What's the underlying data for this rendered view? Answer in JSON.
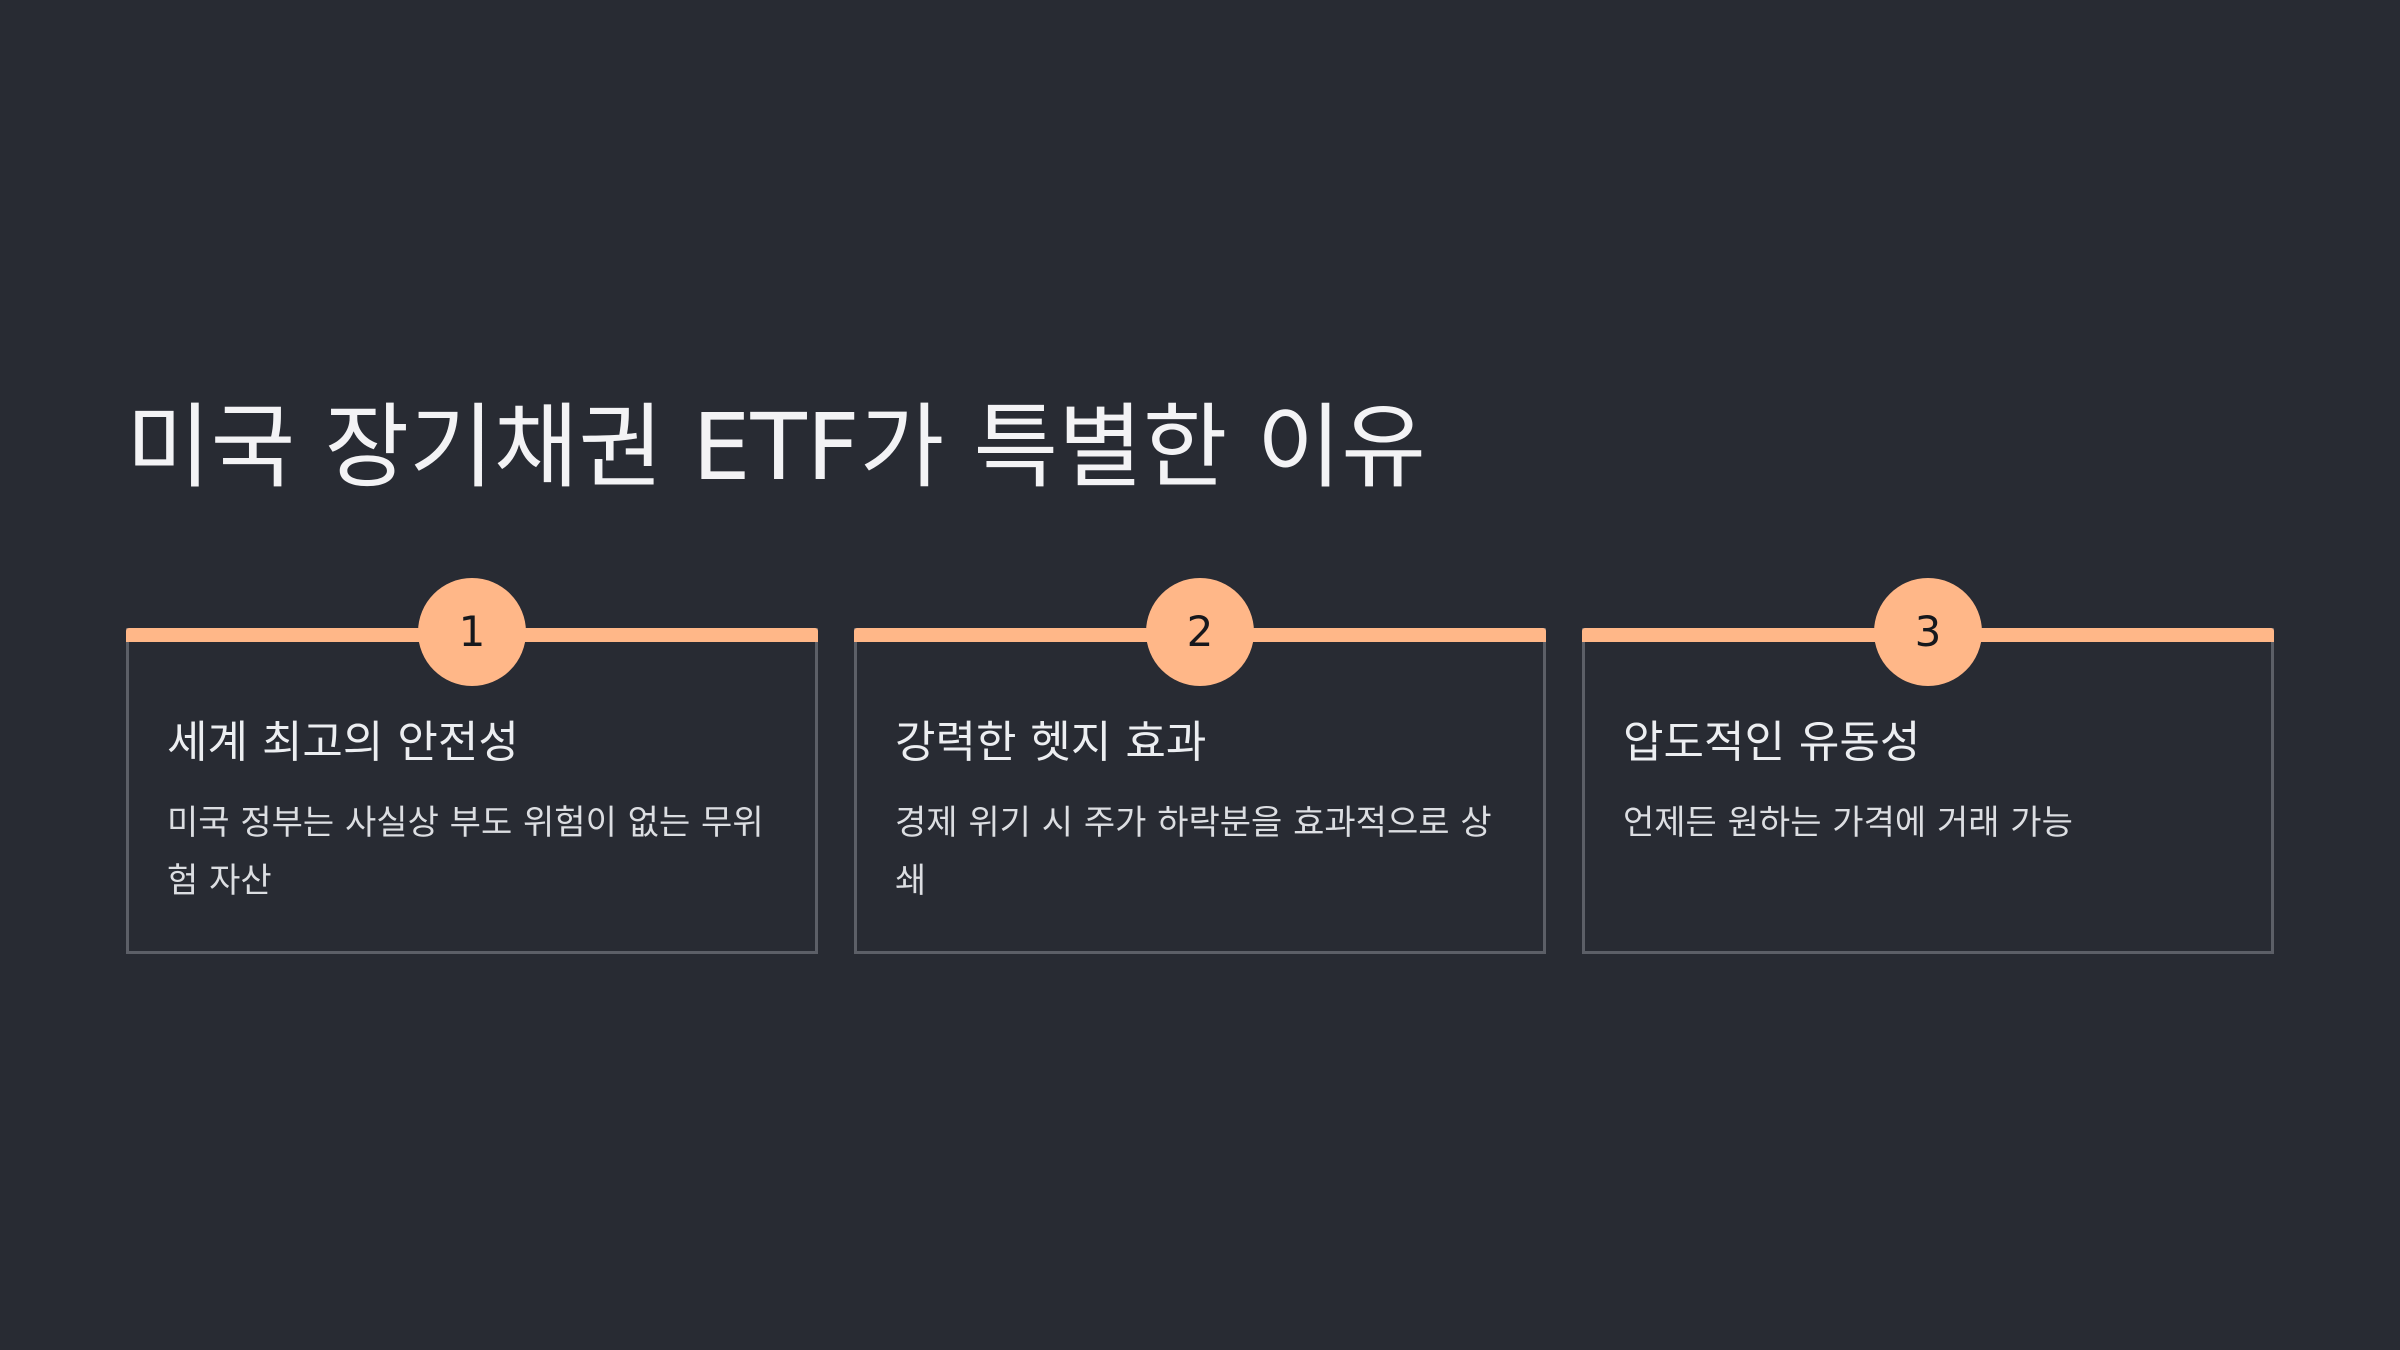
{
  "slide": {
    "title": "미국 장기채권 ETF가 특별한 이유",
    "cards": [
      {
        "number": "1",
        "title": "세계 최고의 안전성",
        "text": "미국 정부는 사실상 부도 위험이 없는 무위험 자산"
      },
      {
        "number": "2",
        "title": "강력한 헷지 효과",
        "text": "경제 위기 시 주가 하락분을 효과적으로 상쇄"
      },
      {
        "number": "3",
        "title": "압도적인 유동성",
        "text": "언제든 원하는 가격에 거래 가능"
      }
    ]
  },
  "colors": {
    "background": "#282b33",
    "accent": "#ffb788",
    "card_border": "#5c5f67",
    "title_text": "#f3f3f5"
  }
}
